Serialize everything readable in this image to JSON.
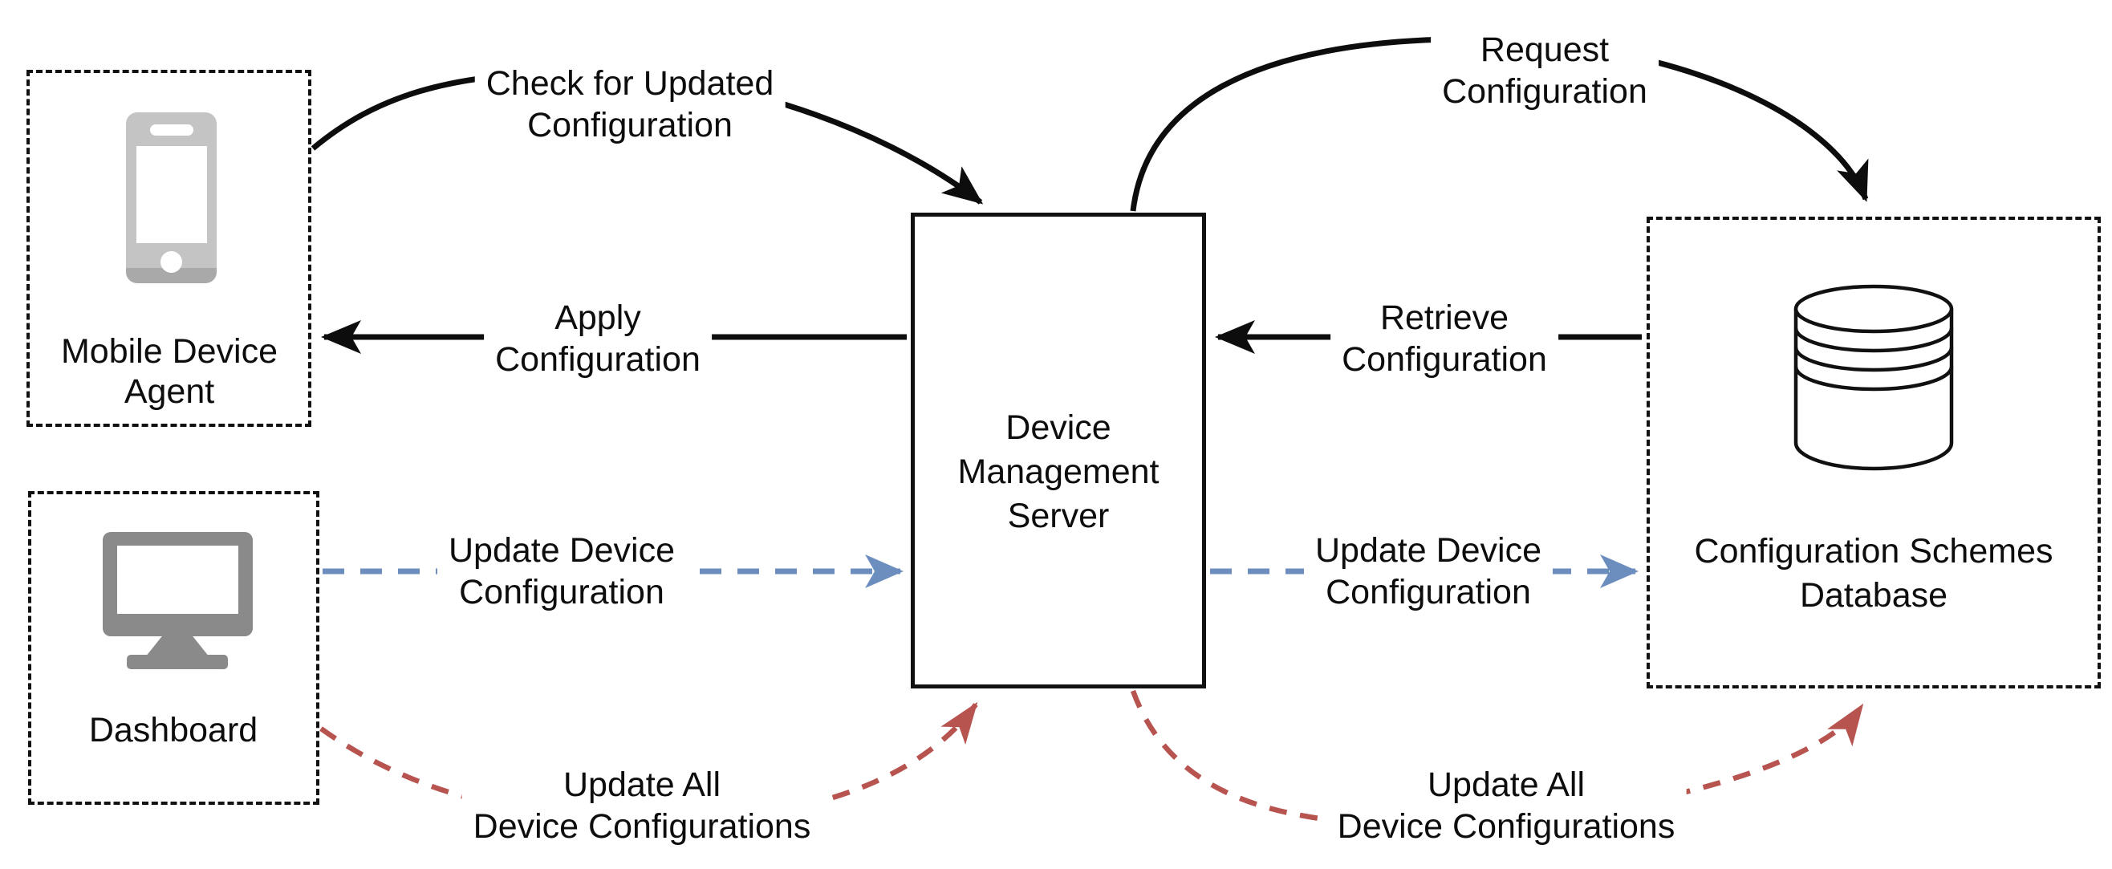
{
  "title": "Device management configuration flow diagram",
  "nodes": {
    "mobile_device_agent": {
      "line1": "Mobile Device",
      "line2": "Agent",
      "icon": "smartphone-icon"
    },
    "dashboard": {
      "label": "Dashboard",
      "icon": "desktop-monitor-icon"
    },
    "device_management_server": {
      "line1": "Device",
      "line2": "Management",
      "line3": "Server"
    },
    "configuration_schemes_database": {
      "line1": "Configuration Schemes",
      "line2": "Database",
      "icon": "database-cylinder-icon"
    }
  },
  "edges": {
    "check_for_updated_configuration": {
      "line1": "Check for Updated",
      "line2": "Configuration",
      "from": "Mobile Device Agent",
      "to": "Device Management Server",
      "style": "solid curved",
      "color": "#000000"
    },
    "apply_configuration": {
      "line1": "Apply",
      "line2": "Configuration",
      "from": "Device Management Server",
      "to": "Mobile Device Agent",
      "style": "solid straight",
      "color": "#000000"
    },
    "request_configuration": {
      "line1": "Request",
      "line2": "Configuration",
      "from": "Device Management Server",
      "to": "Configuration Schemes Database",
      "style": "solid curved",
      "color": "#000000"
    },
    "retrieve_configuration": {
      "line1": "Retrieve",
      "line2": "Configuration",
      "from": "Configuration Schemes Database",
      "to": "Device Management Server",
      "style": "solid straight",
      "color": "#000000"
    },
    "update_device_configuration_left": {
      "line1": "Update Device",
      "line2": "Configuration",
      "from": "Dashboard",
      "to": "Device Management Server",
      "style": "dashed straight",
      "color": "#6c8ebf"
    },
    "update_device_configuration_right": {
      "line1": "Update Device",
      "line2": "Configuration",
      "from": "Device Management Server",
      "to": "Configuration Schemes Database",
      "style": "dashed straight",
      "color": "#6c8ebf"
    },
    "update_all_device_configurations_left": {
      "line1": "Update All",
      "line2": "Device Configurations",
      "from": "Dashboard",
      "to": "Device Management Server",
      "style": "dashed curved",
      "color": "#b85450"
    },
    "update_all_device_configurations_right": {
      "line1": "Update All",
      "line2": "Device Configurations",
      "from": "Device Management Server",
      "to": "Configuration Schemes Database",
      "style": "dashed curved",
      "color": "#b85450"
    }
  },
  "colors": {
    "arrow_black": "#0d0d0d",
    "arrow_blue": "#6c8ebf",
    "arrow_red": "#b85450",
    "icon_gray_light": "#c4c4c4",
    "icon_gray_dark": "#8a8a8a",
    "background": "#ffffff"
  }
}
